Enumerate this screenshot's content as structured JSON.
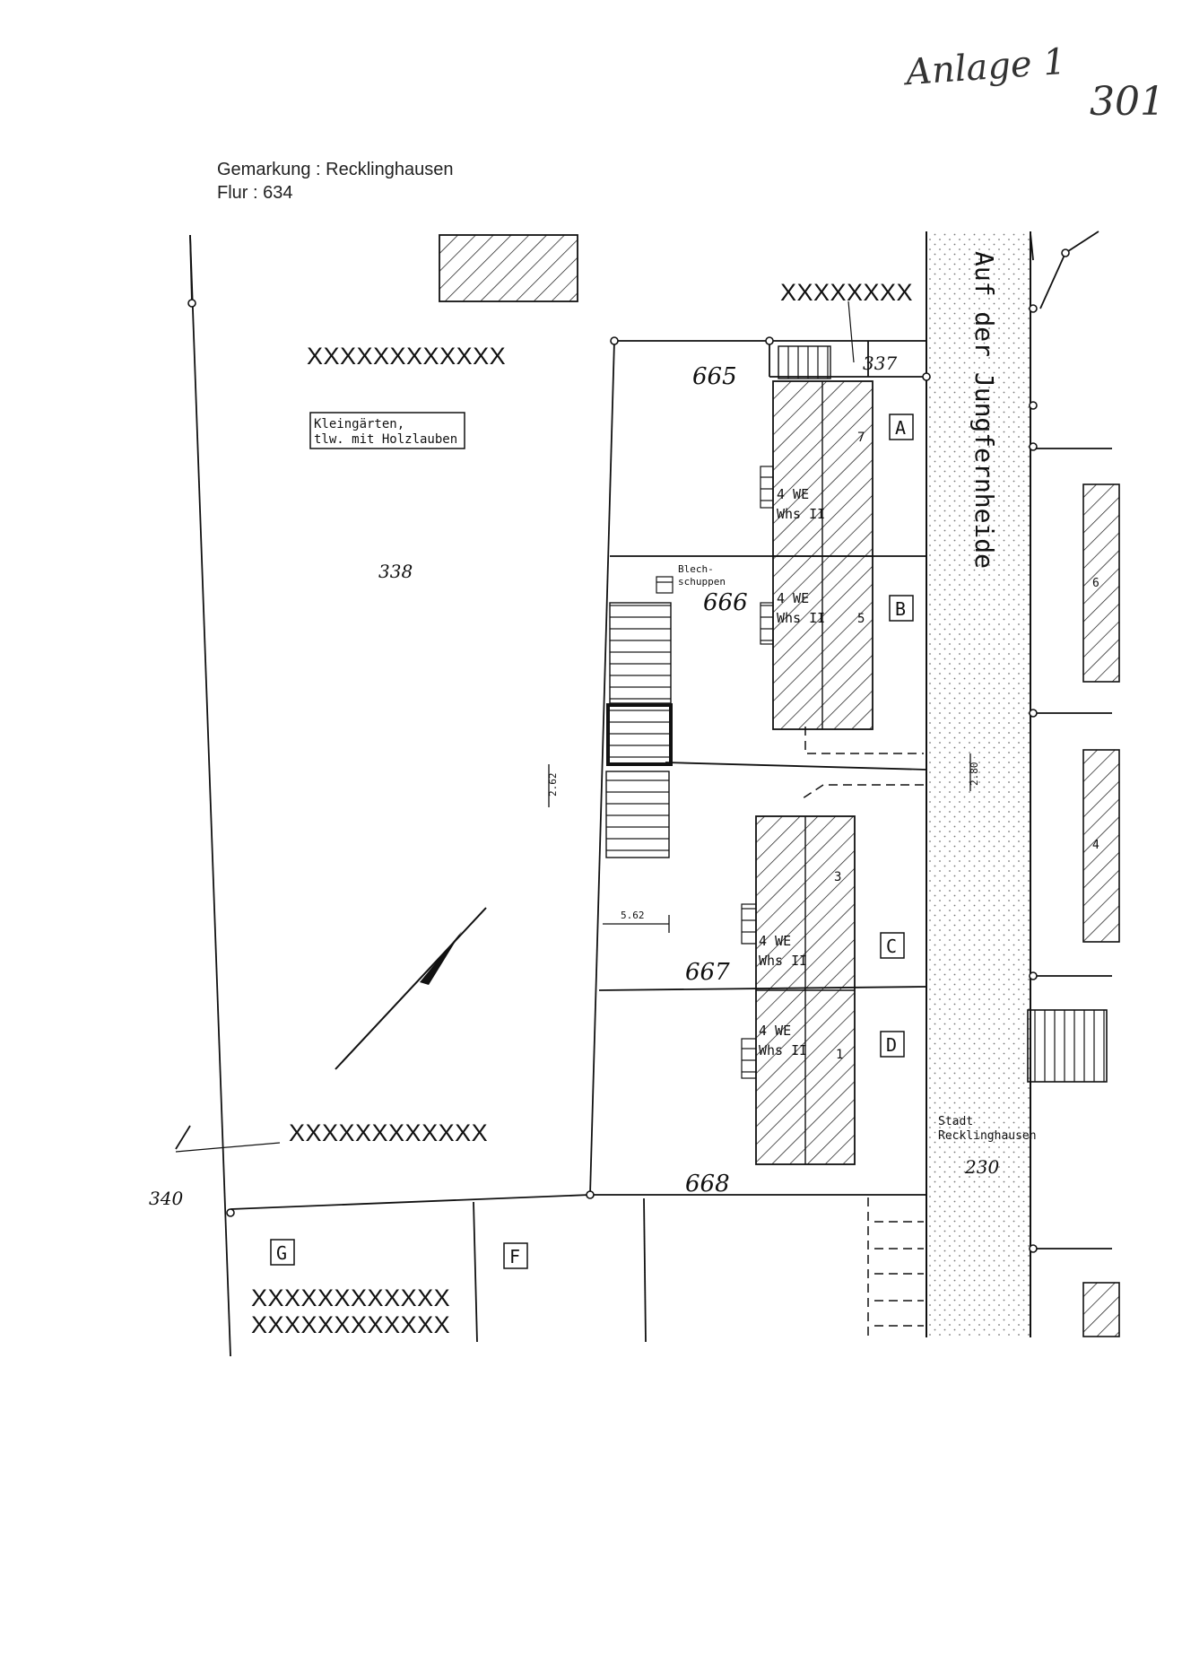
{
  "handwritten": {
    "anlage": "Anlage 1",
    "page_no": "301"
  },
  "header": {
    "gemarkung": "Gemarkung : Recklinghausen",
    "flur": "Flur : 634"
  },
  "map": {
    "street_name": "Auf der Jungfernheide",
    "city_owner_line1": "Stadt",
    "city_owner_line2": "Recklinghausen",
    "legend_line1": "Kleingärten,",
    "legend_line2": "tlw. mit Holzlauben",
    "shed_line1": "Blech-",
    "shed_line2": "schuppen",
    "redacted_top_right": "XXXXXXXX",
    "redacted_upper_left": "XXXXXXXXXXXX",
    "redacted_lower_left": "XXXXXXXXXXXX",
    "redacted_bottom_1": "XXXXXXXXXXXX",
    "redacted_bottom_2": "XXXXXXXXXXXX",
    "parcels": {
      "p337": "337",
      "p338": "338",
      "p340": "340",
      "p230": "230",
      "p665": "665",
      "p666": "666",
      "p667": "667",
      "p668": "668"
    },
    "dimensions": {
      "d262": "2.62",
      "d280": "2.80",
      "d562": "5.62"
    },
    "buildings": [
      {
        "we": "4 WE",
        "whs": "Whs II",
        "number": "7",
        "letter": "A"
      },
      {
        "we": "4 WE",
        "whs": "Whs II",
        "number": "5",
        "letter": "B"
      },
      {
        "we": "4 WE",
        "whs": "Whs II",
        "number": "3",
        "letter": "C"
      },
      {
        "we": "4 WE",
        "whs": "Whs II",
        "number": "1",
        "letter": "D"
      }
    ],
    "plot_letters": {
      "f": "F",
      "g": "G"
    },
    "opposite_house_numbers": {
      "n6": "6",
      "n4": "4"
    },
    "colors": {
      "ink": "#111111",
      "paper": "#ffffff",
      "dots": "#777777"
    }
  }
}
